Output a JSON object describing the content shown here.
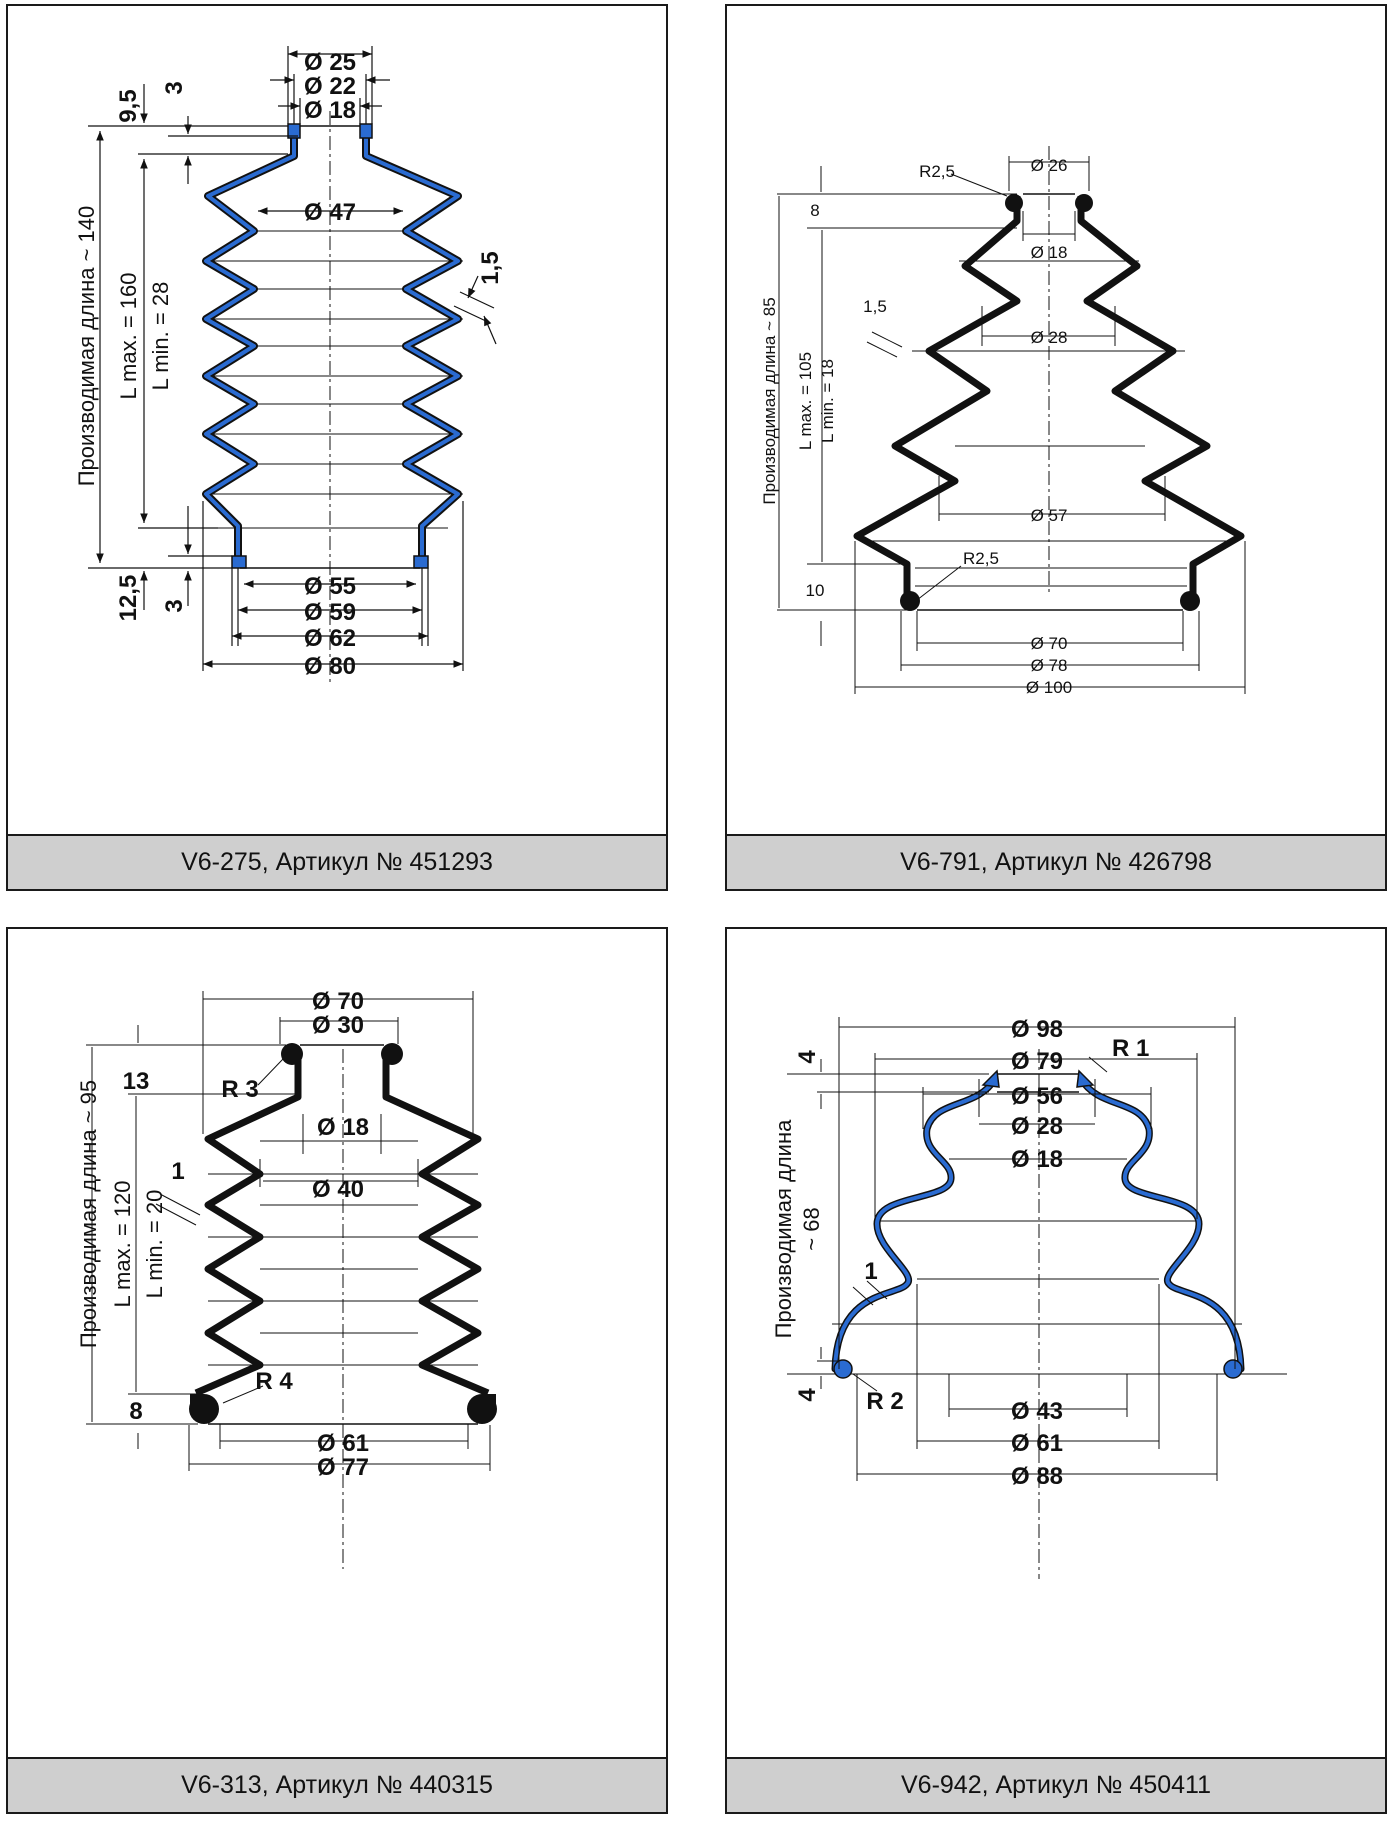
{
  "panels": [
    {
      "caption": "V6-275, Артикул № 451293",
      "color": "#2a6bd1",
      "labels": {
        "d25": "Ø 25",
        "d22": "Ø 22",
        "d18": "Ø 18",
        "d47": "Ø 47",
        "d55": "Ø 55",
        "d59": "Ø 59",
        "d62": "Ø 62",
        "d80": "Ø 80",
        "t95": "9,5",
        "t3a": "3",
        "t125": "12,5",
        "t3b": "3",
        "wall": "1,5",
        "length": "Производимая длина ~ 140",
        "lmax": "L max. = 160",
        "lmin": "L min. = 28"
      }
    },
    {
      "caption": "V6-791, Артикул № 426798",
      "color": "#111111",
      "labels": {
        "d26": "Ø 26",
        "d18": "Ø 18",
        "d28": "Ø 28",
        "d57": "Ø 57",
        "d70": "Ø 70",
        "d78": "Ø 78",
        "d100": "Ø 100",
        "r1": "R2,5",
        "r2": "R2,5",
        "t8": "8",
        "t10": "10",
        "wall": "1,5",
        "length": "Производимая длина ~ 85",
        "lmax": "L max. = 105",
        "lmin": "L min. = 18"
      }
    },
    {
      "caption": "V6-313, Артикул № 440315",
      "color": "#111111",
      "labels": {
        "d70": "Ø 70",
        "d30": "Ø 30",
        "d18": "Ø 18",
        "d40": "Ø 40",
        "d61": "Ø 61",
        "d77": "Ø 77",
        "r3": "R 3",
        "r4": "R 4",
        "t13": "13",
        "t8": "8",
        "wall": "1",
        "length": "Производимая длина ~ 95",
        "lmax": "L max. = 120",
        "lmin": "L min. = 20"
      }
    },
    {
      "caption": "V6-942, Артикул № 450411",
      "color": "#2a6bd1",
      "labels": {
        "d98": "Ø 98",
        "d79": "Ø 79",
        "d56": "Ø 56",
        "d28": "Ø 28",
        "d18": "Ø 18",
        "d43": "Ø 43",
        "d61": "Ø 61",
        "d88": "Ø 88",
        "r1": "R 1",
        "r2": "R 2",
        "t4a": "4",
        "t4b": "4",
        "wall": "1",
        "length1": "Производимая длина",
        "length2": "~ 68"
      }
    }
  ]
}
